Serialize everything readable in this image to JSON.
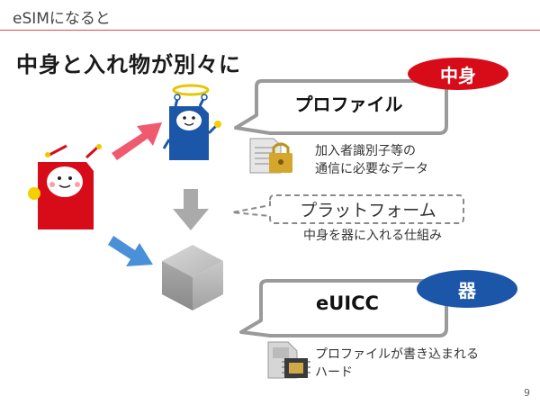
{
  "header": {
    "text": "eSIMになると"
  },
  "title": "中身と入れ物が別々に",
  "labels": {
    "contents": "中身",
    "vessel": "器"
  },
  "profile": {
    "bubble": "プロファイル",
    "caption": [
      "加入者識別子等の",
      "通信に必要なデータ"
    ]
  },
  "platform": {
    "bubble": "プラットフォーム",
    "caption": "中身を器に入れる仕組み"
  },
  "euicc": {
    "bubble": "eUICC",
    "caption": [
      "プロファイルが書き込まれる",
      "ハード"
    ]
  },
  "page_number": "9",
  "colors": {
    "accent_red": "#d80c18",
    "accent_blue": "#1c56a8",
    "header_rule": "#d94b4b"
  }
}
